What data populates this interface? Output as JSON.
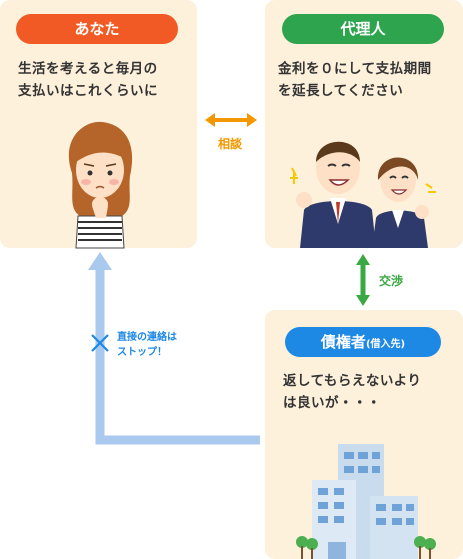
{
  "you": {
    "title": "あなた",
    "text": "生活を考えると毎月の\n支払いはこれくらいに",
    "color": "#f15a24"
  },
  "agent": {
    "title": "代理人",
    "text": "金利を０にして支払期間\nを延長してください",
    "color": "#2ea44f"
  },
  "creditor": {
    "title": "債権者",
    "title_sub": "(借入先)",
    "text": "返してもらえないより\nは良いが・・・",
    "color": "#1e88e5"
  },
  "links": {
    "consult": "相談",
    "negotiate": "交渉",
    "stopped_line1": "直接の連絡は",
    "stopped_line2": "ストップ！"
  },
  "colors": {
    "consult": "#f39800",
    "negotiate": "#3aa843",
    "stopped": "#1e88e5",
    "path": "#a9c9ee"
  }
}
